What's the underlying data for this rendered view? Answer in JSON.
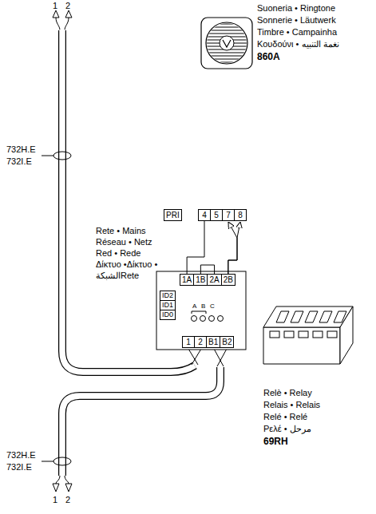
{
  "diagram": {
    "nodes": [
      {
        "text": [
          "PRI"
        ]
      },
      {
        "text": [
          "4",
          "5",
          "7",
          "8"
        ]
      },
      {
        "text": [
          "1A",
          "1B",
          "2A",
          "2B"
        ]
      },
      {
        "text": [
          "ID2",
          "ID1",
          "ID0"
        ]
      },
      {
        "text": [
          "1",
          "2",
          "B1",
          "B2"
        ]
      }
    ],
    "edges": [
      {
        "from": 1,
        "to": 2,
        "arrow": "none"
      },
      {
        "from": 2,
        "to": 1,
        "arrow": "to"
      },
      {
        "from": 2,
        "to": 1,
        "arrow": "to"
      }
    ],
    "labels": [
      "1",
      "2",
      "732H.E",
      "732I.E",
      "Suoneria • Ringtone",
      "Sonnerie • Läutwerk",
      "Timbre • Campainha",
      "Κουδούνι • نغمة التنبيه",
      "860A",
      "Rete • Mains",
      "Réseau • Netz",
      "Red • Rede",
      "Δίκτυο •Δίκτυο •",
      "الشبكةRete",
      "A",
      "B",
      "C",
      "Relè • Relay",
      "Relais • Relais",
      "Relé • Relé",
      "Ρελέ • مرحل",
      "69RH",
      "732H.E",
      "732I.E",
      "1",
      "2"
    ]
  }
}
